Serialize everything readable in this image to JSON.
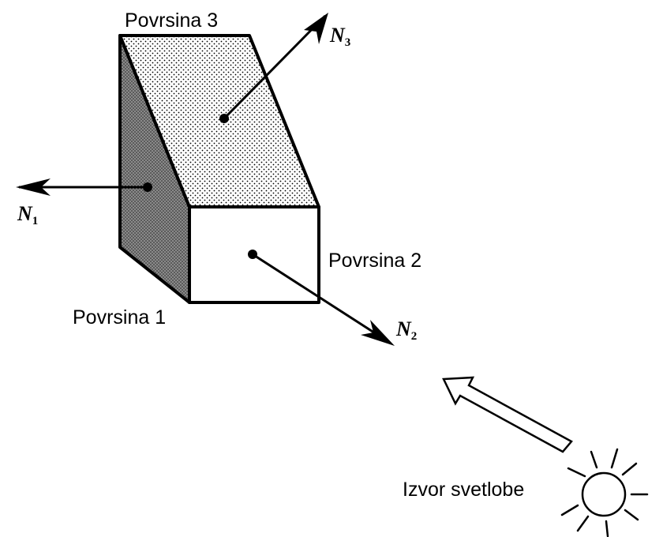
{
  "surfaces": {
    "s1": {
      "label": "Povrsina 1"
    },
    "s2": {
      "label": "Povrsina 2"
    },
    "s3": {
      "label": "Povrsina 3"
    }
  },
  "normals": {
    "n1": {
      "letter": "N",
      "index": "1"
    },
    "n2": {
      "letter": "N",
      "index": "2"
    },
    "n3": {
      "letter": "N",
      "index": "3"
    }
  },
  "light_source": {
    "label": "Izvor svetlobe",
    "icon": "sun-icon"
  },
  "colors": {
    "ink": "#000000",
    "shade": "#8a8a8a",
    "paper": "#ffffff"
  }
}
